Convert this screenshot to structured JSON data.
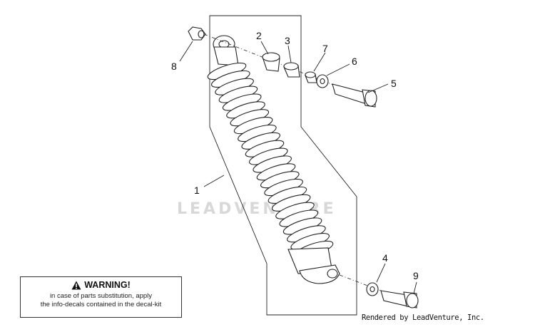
{
  "diagram": {
    "watermark": "LEADVENTURE",
    "callouts": [
      "1",
      "2",
      "3",
      "4",
      "5",
      "6",
      "7",
      "8",
      "9"
    ]
  },
  "warning": {
    "icon": "warning-triangle-icon",
    "title": "WARNING!",
    "line1": "in case of parts substitution, apply",
    "line2": "the info-decals contained in the decal-kit"
  },
  "footer": {
    "credit": "Rendered by LeadVenture, Inc."
  }
}
